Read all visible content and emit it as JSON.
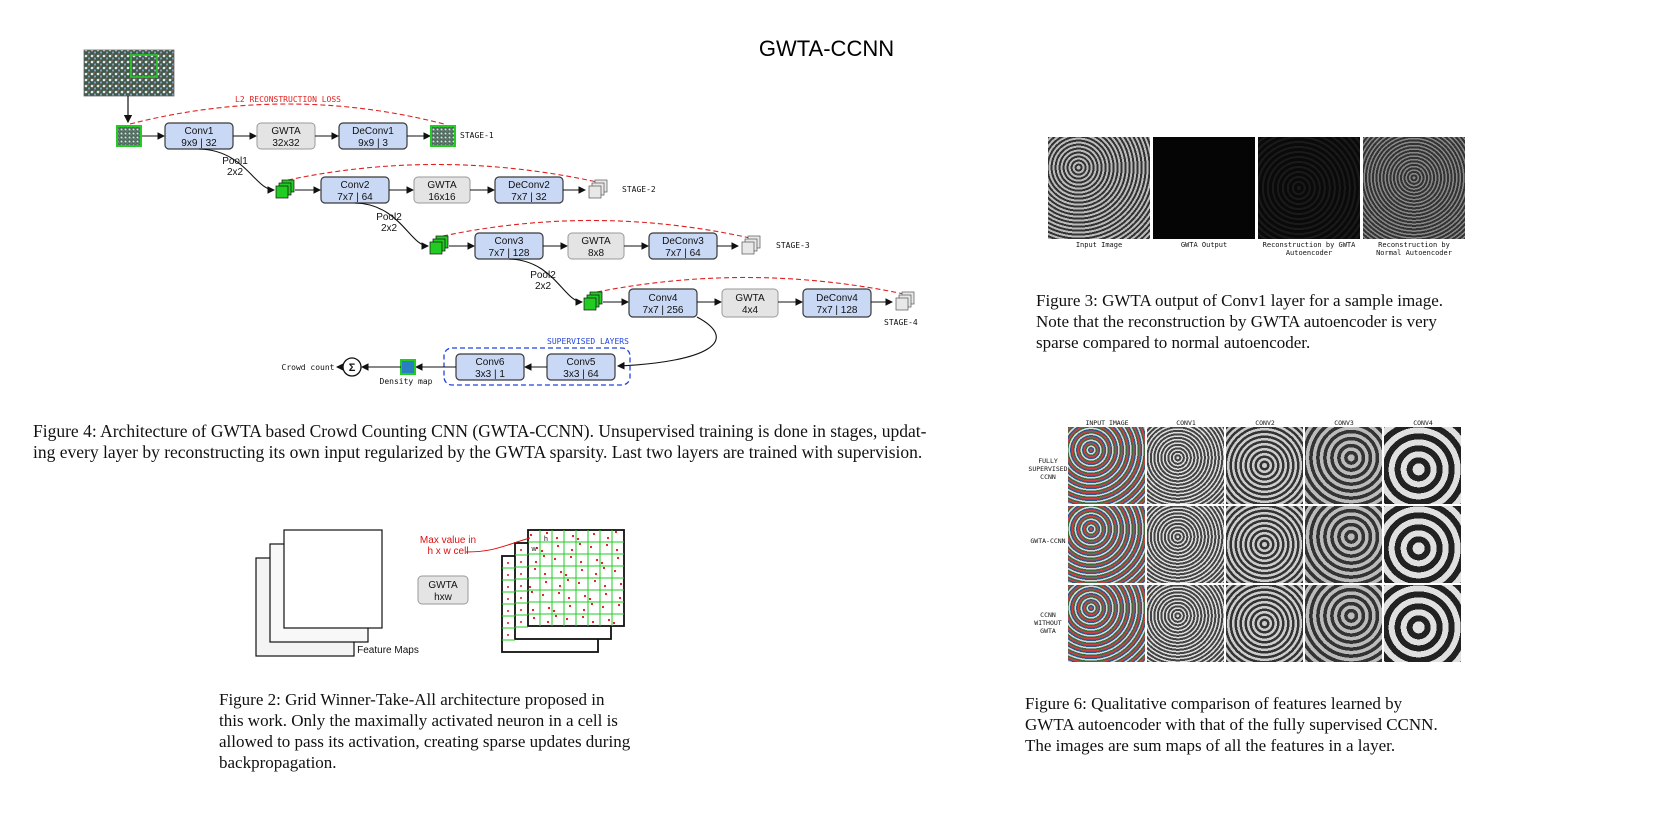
{
  "page_title": "GWTA-CCNN",
  "fig4": {
    "loss_label": "L2 RECONSTRUCTION LOSS",
    "stages": [
      {
        "conv": "Conv1",
        "conv_sub": "9x9 | 32",
        "gwta": "GWTA",
        "gwta_sub": "32x32",
        "deconv": "DeConv1",
        "deconv_sub": "9x9 | 3",
        "stage": "STAGE-1"
      },
      {
        "conv": "Conv2",
        "conv_sub": "7x7 | 64",
        "gwta": "GWTA",
        "gwta_sub": "16x16",
        "deconv": "DeConv2",
        "deconv_sub": "7x7 | 32",
        "stage": "STAGE-2"
      },
      {
        "conv": "Conv3",
        "conv_sub": "7x7 | 128",
        "gwta": "GWTA",
        "gwta_sub": "8x8",
        "deconv": "DeConv3",
        "deconv_sub": "7x7 | 64",
        "stage": "STAGE-3"
      },
      {
        "conv": "Conv4",
        "conv_sub": "7x7 | 256",
        "gwta": "GWTA",
        "gwta_sub": "4x4",
        "deconv": "DeConv4",
        "deconv_sub": "7x7 | 128",
        "stage": "STAGE-4"
      }
    ],
    "pools": [
      {
        "name": "Pool1",
        "size": "2x2"
      },
      {
        "name": "Pool2",
        "size": "2x2"
      },
      {
        "name": "Pool2",
        "size": "2x2"
      }
    ],
    "supervised_label": "SUPERVISED LAYERS",
    "conv5": "Conv5",
    "conv5_sub": "3x3 | 64",
    "conv6": "Conv6",
    "conv6_sub": "3x3 | 1",
    "density_map": "Density map",
    "crowd_count": "Crowd count",
    "sum_symbol": "Σ",
    "caption_lines": [
      "Figure 4: Architecture of GWTA based Crowd Counting CNN (GWTA-CCNN). Unsupervised training is done in stages, updat-",
      "ing every layer by reconstructing its own input regularized by the GWTA sparsity. Last two layers are trained with supervision."
    ]
  },
  "fig2": {
    "gwta": "GWTA",
    "gwta_sub": "hxw",
    "feature_maps": "Feature Maps",
    "max_value_line1": "Max value in",
    "max_value_line2": "h x w cell",
    "h": "h",
    "w": "w",
    "caption_lines": [
      "Figure 2: Grid Winner-Take-All architecture proposed in",
      "this work. Only the maximally activated neuron in a cell is",
      "allowed to pass its activation, creating sparse updates during",
      "backpropagation."
    ]
  },
  "fig3": {
    "labels": [
      "Input Image",
      "GWTA Output",
      "Reconstruction by GWTA\nAutoencoder",
      "Reconstruction by\nNormal Autoencoder"
    ],
    "caption_lines": [
      "Figure 3: GWTA output of Conv1 layer for a sample image.",
      "Note that the reconstruction by GWTA autoencoder is very",
      "sparse compared to normal autoencoder."
    ]
  },
  "fig6": {
    "columns": [
      "INPUT IMAGE",
      "CONV1",
      "CONV2",
      "CONV3",
      "CONV4"
    ],
    "rows": [
      "FULLY\nSUPERVISED\nCCNN",
      "GWTA-CCNN",
      "CCNN\nWITHOUT\nGWTA"
    ],
    "caption_lines": [
      "Figure 6: Qualitative comparison of features learned by",
      "GWTA autoencoder with that of the fully supervised CCNN.",
      "The images are sum maps of all the features in a layer."
    ]
  },
  "colors": {
    "box_fill": "#c8d8f5",
    "gwta_fill": "#e4e4e4",
    "loss_red": "#e02020",
    "supervised_blue": "#2244dd",
    "green": "#22cc22",
    "max_red": "#e01010"
  }
}
